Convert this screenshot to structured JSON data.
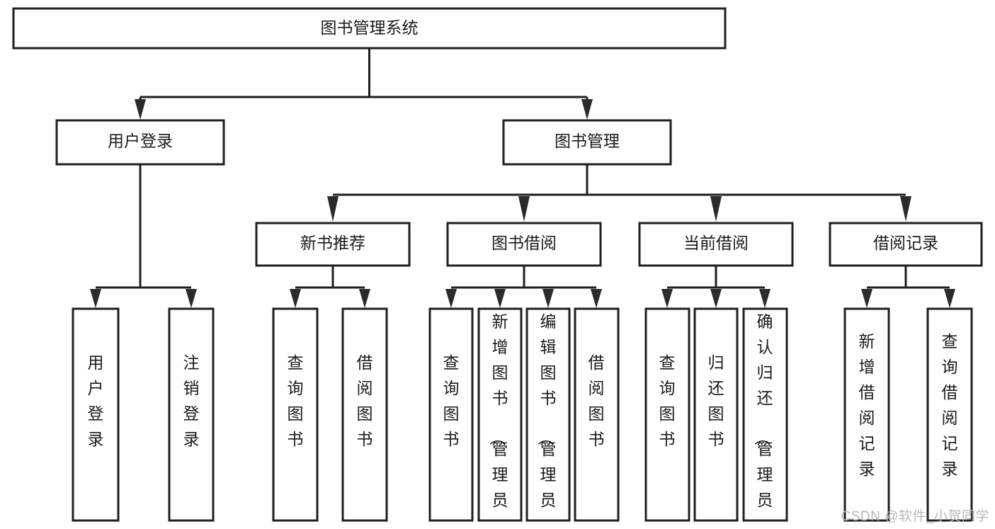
{
  "diagram": {
    "type": "hierarchy-tree",
    "orientation": "top-down",
    "title": "图书管理系统",
    "watermark": "CSDN @软件_小贺同学",
    "colors": {
      "box_fill": "#ffffff",
      "box_stroke": "#1f1f1f",
      "text": "#1a1a1a",
      "arrow": "#2b2b2b",
      "watermark": "#b8b8b8",
      "background": "#ffffff"
    },
    "root": {
      "id": "root",
      "label": "图书管理系统",
      "level": 0
    },
    "level1": [
      {
        "id": "user-login",
        "label": "用户登录",
        "level": 1
      },
      {
        "id": "book-management",
        "label": "图书管理",
        "level": 1
      }
    ],
    "level2": [
      {
        "id": "new-book-recommend",
        "label": "新书推荐",
        "level": 2,
        "parent": "book-management"
      },
      {
        "id": "book-borrow",
        "label": "图书借阅",
        "level": 2,
        "parent": "book-management"
      },
      {
        "id": "current-borrow",
        "label": "当前借阅",
        "level": 2,
        "parent": "book-management"
      },
      {
        "id": "borrow-record",
        "label": "借阅记录",
        "level": 2,
        "parent": "book-management"
      }
    ],
    "leaves": [
      {
        "id": "leaf-user-login",
        "label": "用户登录",
        "parent": "user-login"
      },
      {
        "id": "leaf-logout-login",
        "label": "注销登录",
        "parent": "user-login"
      },
      {
        "id": "leaf-query-book-1",
        "label": "查询图书",
        "parent": "new-book-recommend"
      },
      {
        "id": "leaf-borrow-book-1",
        "label": "借阅图书",
        "parent": "new-book-recommend"
      },
      {
        "id": "leaf-query-book-2",
        "label": "查询图书",
        "parent": "book-borrow"
      },
      {
        "id": "leaf-add-book",
        "label": "新增图书（管理员）",
        "parent": "book-borrow"
      },
      {
        "id": "leaf-edit-book",
        "label": "编辑图书（管理员）",
        "parent": "book-borrow"
      },
      {
        "id": "leaf-borrow-book-2",
        "label": "借阅图书",
        "parent": "book-borrow"
      },
      {
        "id": "leaf-query-book-3",
        "label": "查询图书",
        "parent": "current-borrow"
      },
      {
        "id": "leaf-return-book",
        "label": "归还图书",
        "parent": "current-borrow"
      },
      {
        "id": "leaf-confirm-return",
        "label": "确认归还（管理员）",
        "parent": "current-borrow"
      },
      {
        "id": "leaf-add-record",
        "label": "新增借阅记录",
        "parent": "borrow-record"
      },
      {
        "id": "leaf-query-record",
        "label": "查询借阅记录",
        "parent": "borrow-record"
      }
    ]
  }
}
